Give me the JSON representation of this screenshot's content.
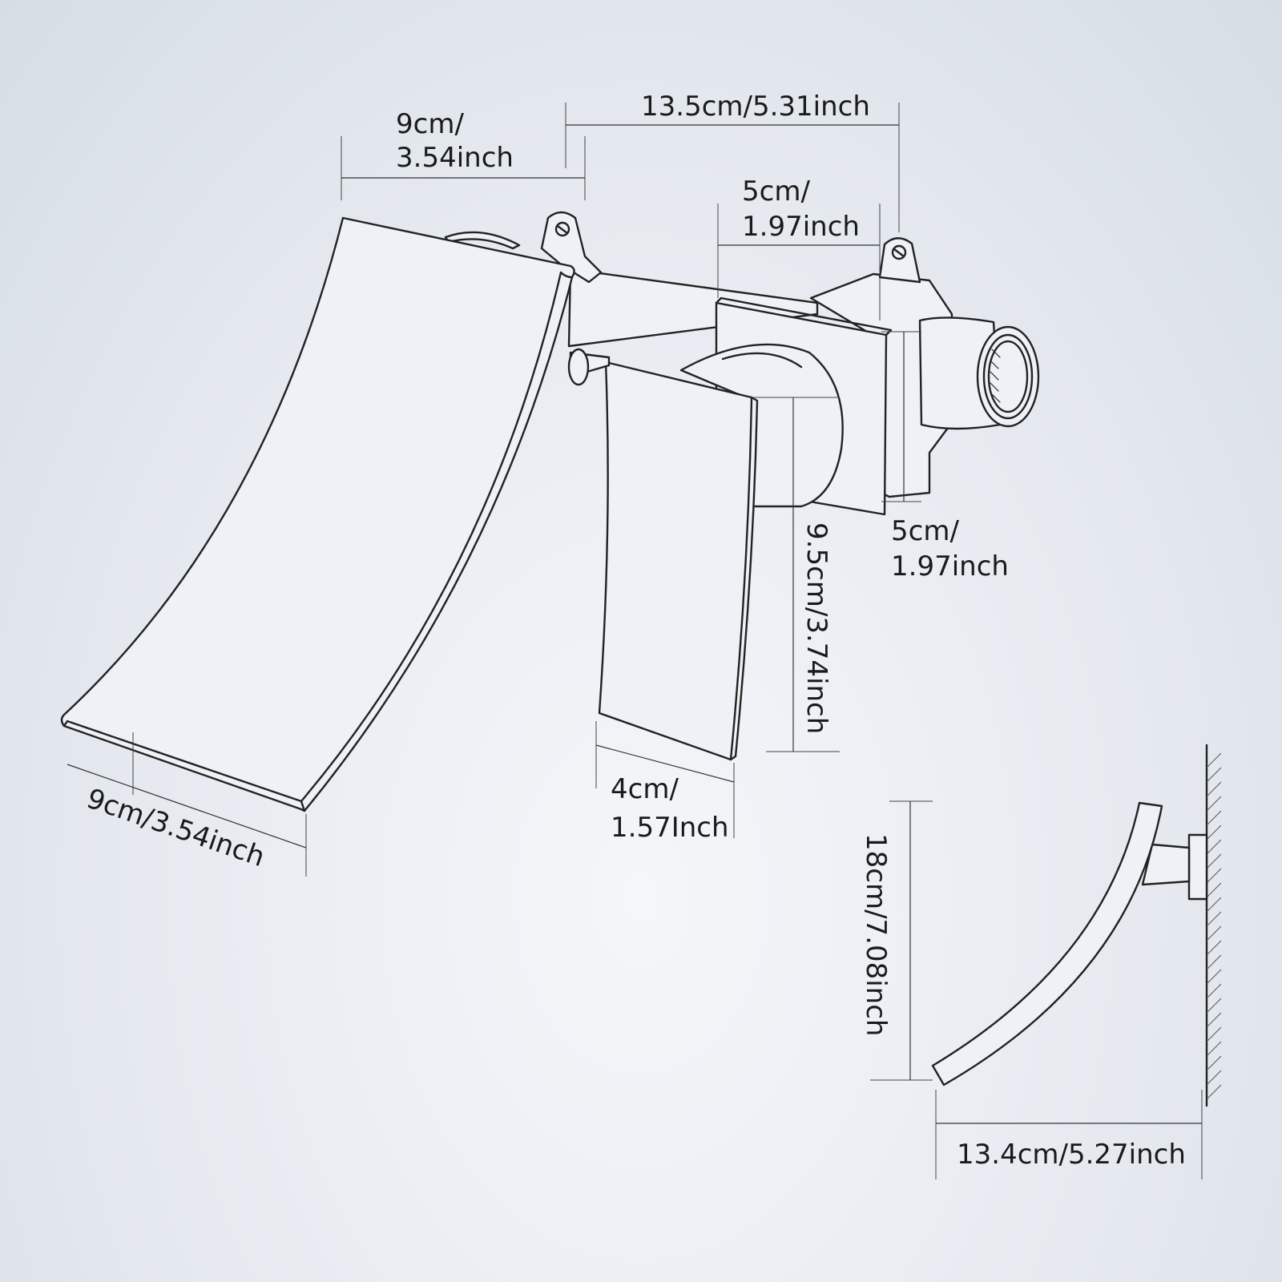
{
  "dimensions": {
    "back_length": "13.5cm/5.31inch",
    "spout_top_width_line1": "9cm/",
    "spout_top_width_line2": "3.54inch",
    "valve_depth_line1": "5cm/",
    "valve_depth_line2": "1.97inch",
    "valve_height_line1": "5cm/",
    "valve_height_line2": "1.97inch",
    "handle_height": "9.5cm/3.74inch",
    "handle_width_line1": "4cm/",
    "handle_width_line2": "1.57Inch",
    "spout_bottom_width": "9cm/3.54inch",
    "side_height": "18cm/7.08inch",
    "side_projection": "13.4cm/5.27inch"
  },
  "colors": {
    "background": "#e6eaf0",
    "line": "#222222"
  }
}
